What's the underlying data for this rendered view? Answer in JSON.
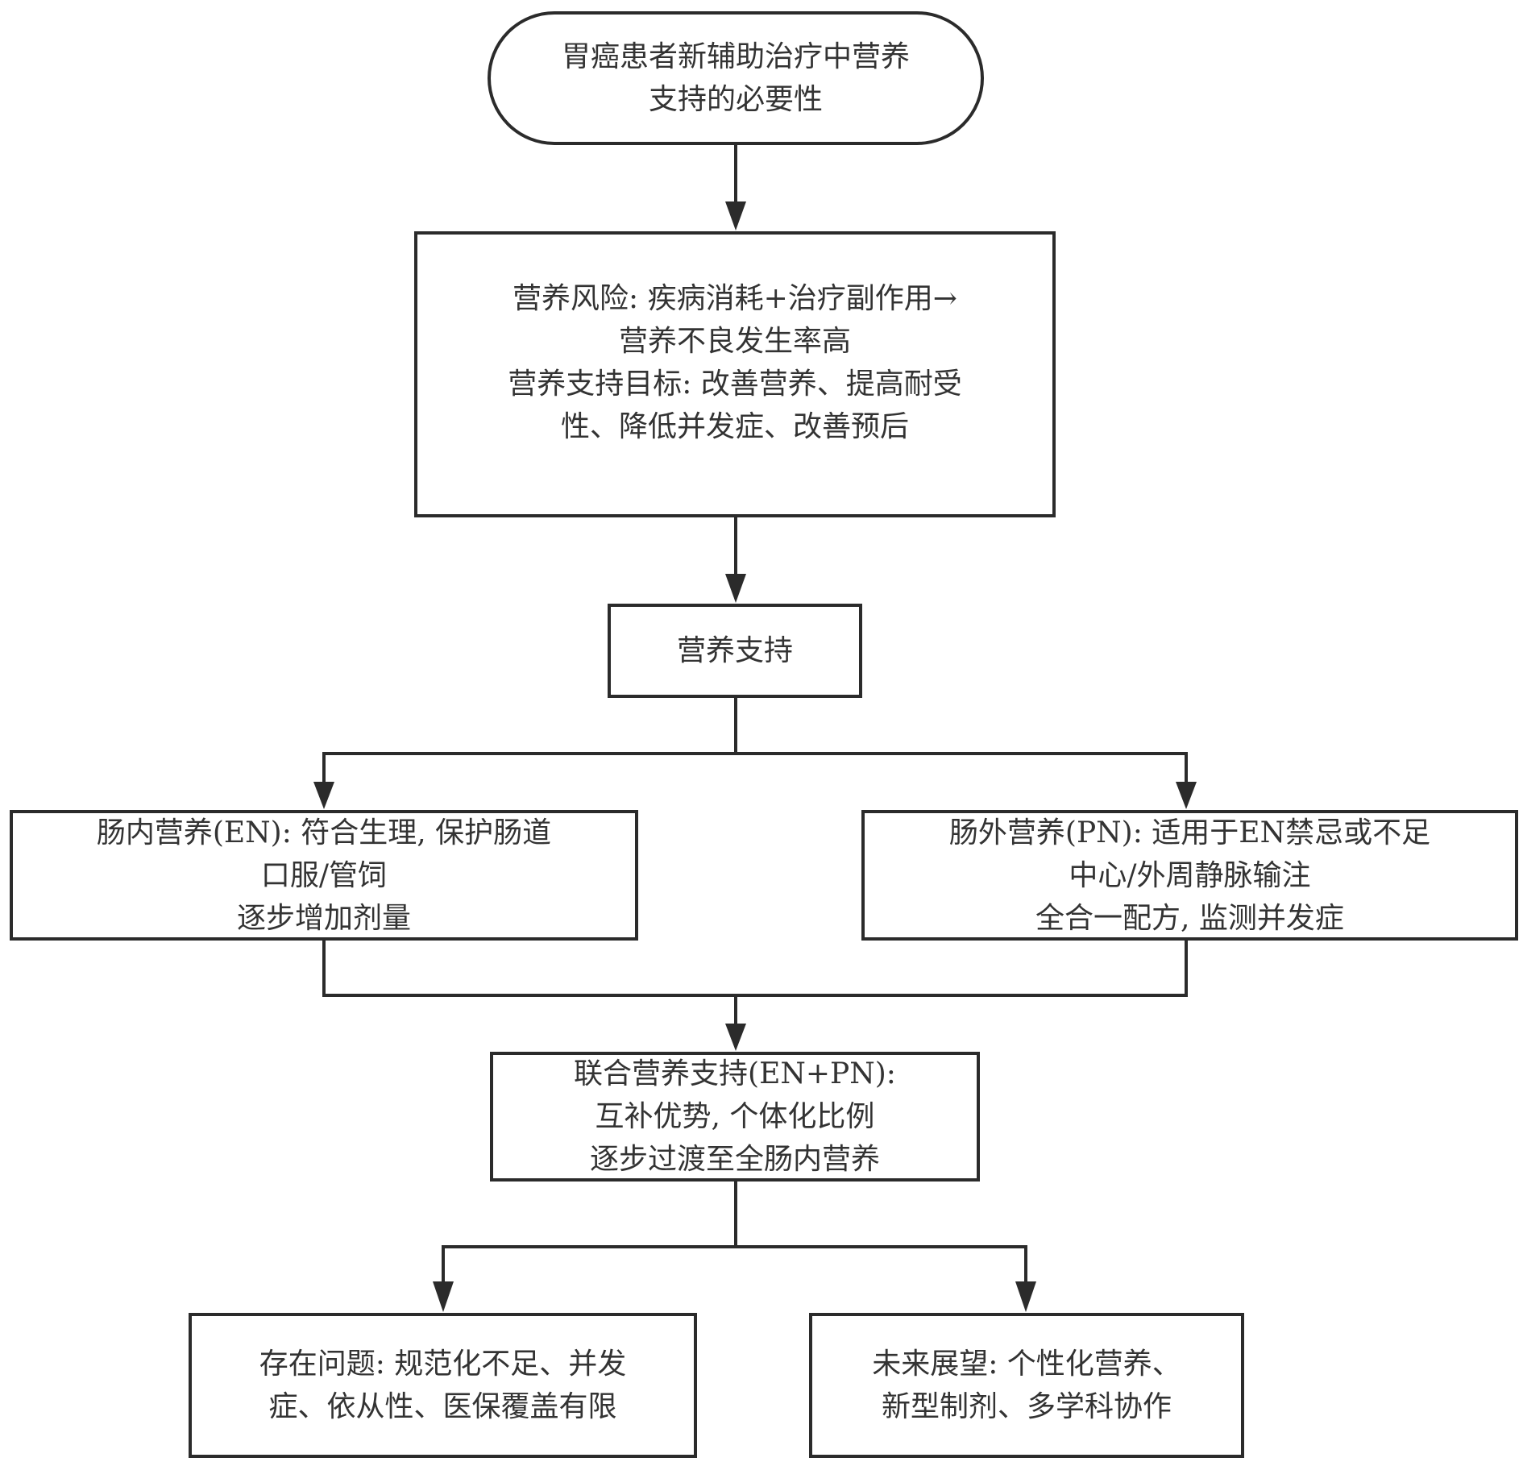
{
  "nodes": {
    "start": {
      "lines": [
        "胃癌患者新辅助治疗中营养",
        "支持的必要性"
      ]
    },
    "risk": {
      "lines": [
        "营养风险: 疾病消耗+治疗副作用→",
        "营养不良发生率高",
        "营养支持目标: 改善营养、提高耐受",
        "性、降低并发症、改善预后"
      ]
    },
    "support": {
      "lines": [
        "营养支持"
      ]
    },
    "en": {
      "lines": [
        "肠内营养(EN): 符合生理, 保护肠道",
        "口服/管饲",
        "逐步增加剂量"
      ]
    },
    "pn": {
      "lines": [
        "肠外营养(PN): 适用于EN禁忌或不足",
        "中心/外周静脉输注",
        "全合一配方, 监测并发症"
      ]
    },
    "combined": {
      "lines": [
        "联合营养支持(EN+PN):",
        "互补优势, 个体化比例",
        "逐步过渡至全肠内营养"
      ]
    },
    "problems": {
      "lines": [
        "存在问题: 规范化不足、并发",
        "症、依从性、医保覆盖有限"
      ]
    },
    "outlook": {
      "lines": [
        "未来展望: 个性化营养、",
        "新型制剂、多学科协作"
      ]
    }
  },
  "colors": {
    "stroke": "#2b2b2b",
    "text": "#333333",
    "background": "#ffffff"
  }
}
